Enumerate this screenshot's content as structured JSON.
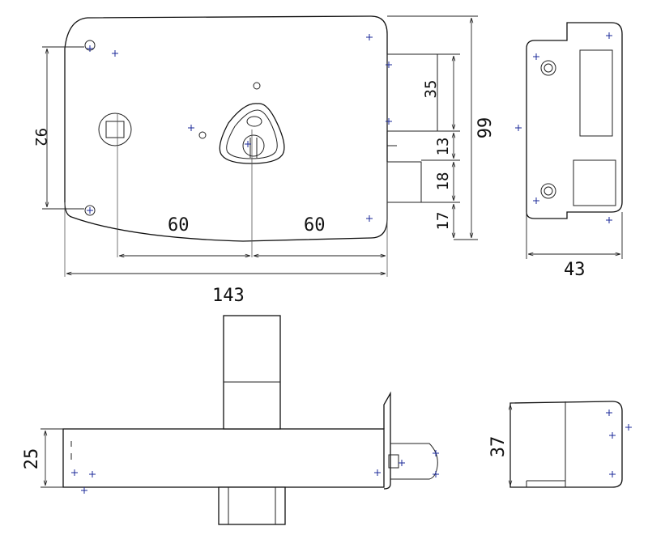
{
  "colors": {
    "line": "#111111",
    "marker": "#1b2a9a",
    "background": "#ffffff"
  },
  "dimensions": {
    "total_width": "143",
    "left_spacing": "60",
    "right_spacing": "60",
    "total_height": "99",
    "bolt_throw": "35",
    "gap_13": "13",
    "latch_18": "18",
    "bottom_17": "17",
    "hole_spacing_left": "92",
    "strike_width": "43",
    "body_depth": "25",
    "strike_depth": "37"
  }
}
